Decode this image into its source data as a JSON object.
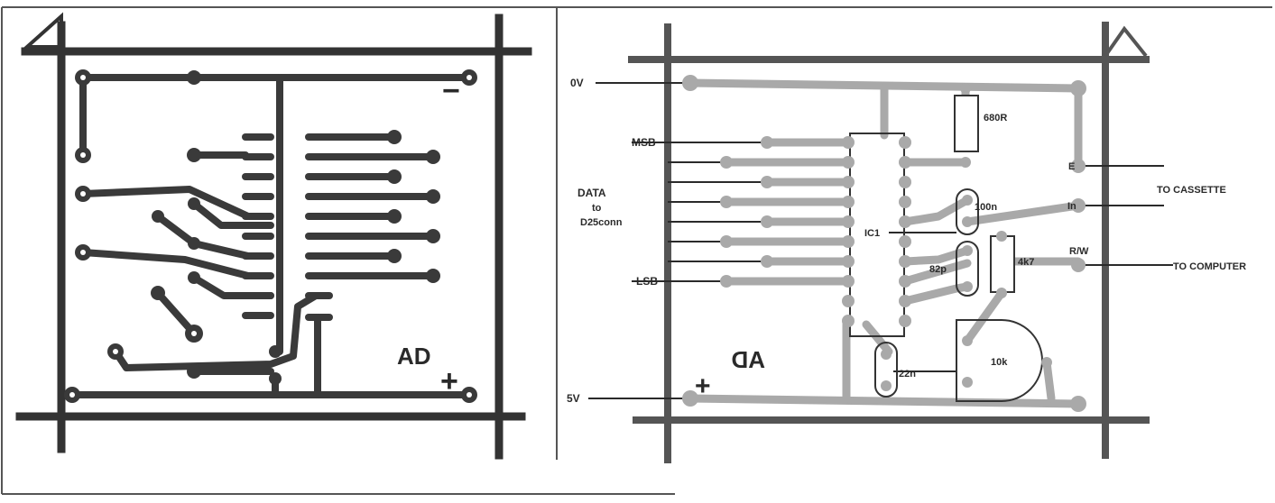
{
  "left_board": {
    "marking": "AD",
    "minus_sign": "−",
    "plus_sign": "+"
  },
  "right_board": {
    "marking": "AD",
    "plus_sign": "+",
    "labels": {
      "ov": "0V",
      "msb": "MSB",
      "data": "DATA",
      "data_to": "to",
      "data_conn": "D25conn",
      "lsb": "LSB",
      "five_v": "5V",
      "resistor_680": "680R",
      "cap_100n": "100n",
      "ic": "IC1",
      "cap_82": "82p",
      "resistor_4k7": "4k7",
      "cap_22n": "22n",
      "pot_10k": "10k",
      "pin_e": "E",
      "pin_in": "In",
      "pin_rw": "R/W",
      "to_cassette": "TO CASSETTE",
      "to_computer": "TO COMPUTER"
    }
  },
  "colors": {
    "left_trace": "#3a3a3a",
    "right_trace": "#a9a9a9",
    "frame": "#333333",
    "ink": "#2a2a2a"
  }
}
